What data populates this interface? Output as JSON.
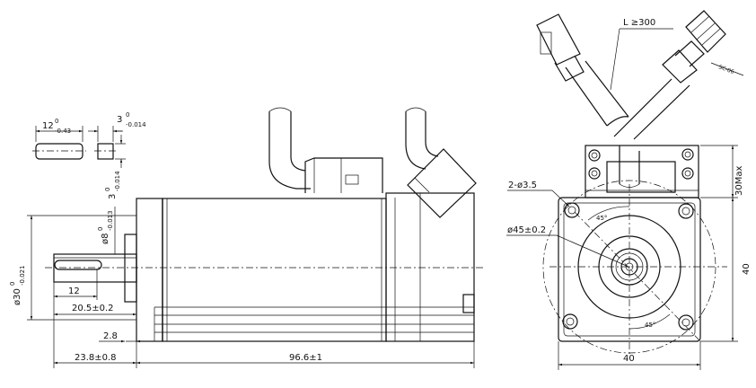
{
  "shaft_key": {
    "length": "12",
    "length_tol_upper": "0",
    "length_tol_lower": "-0.43",
    "width": "3",
    "width_tol_upper": "0",
    "width_tol_lower": "-0.014",
    "height": "3",
    "height_tol_upper": "0",
    "height_tol_lower": "-0.014"
  },
  "side_view": {
    "shaft_dia": "ø8",
    "shaft_dia_tol_upper": "0",
    "shaft_dia_tol_lower": "-0.013",
    "pilot_dia": "ø30",
    "pilot_dia_tol_upper": "0",
    "pilot_dia_tol_lower": "-0.021",
    "key_len": "12",
    "shaft_len": "20.5±0.2",
    "flange_thk": "2.8",
    "shaft_total": "23.8±0.8",
    "body_len": "96.6±1"
  },
  "front_view": {
    "cable_len": "L ≥300",
    "connector_label": "SC-06",
    "mount_holes": "2-ø3.5",
    "pcd": "ø45±0.2",
    "angle_top": "45°",
    "angle_bottom": "45°",
    "connector_height": "30Max",
    "flange_height": "40",
    "flange_width": "40"
  }
}
